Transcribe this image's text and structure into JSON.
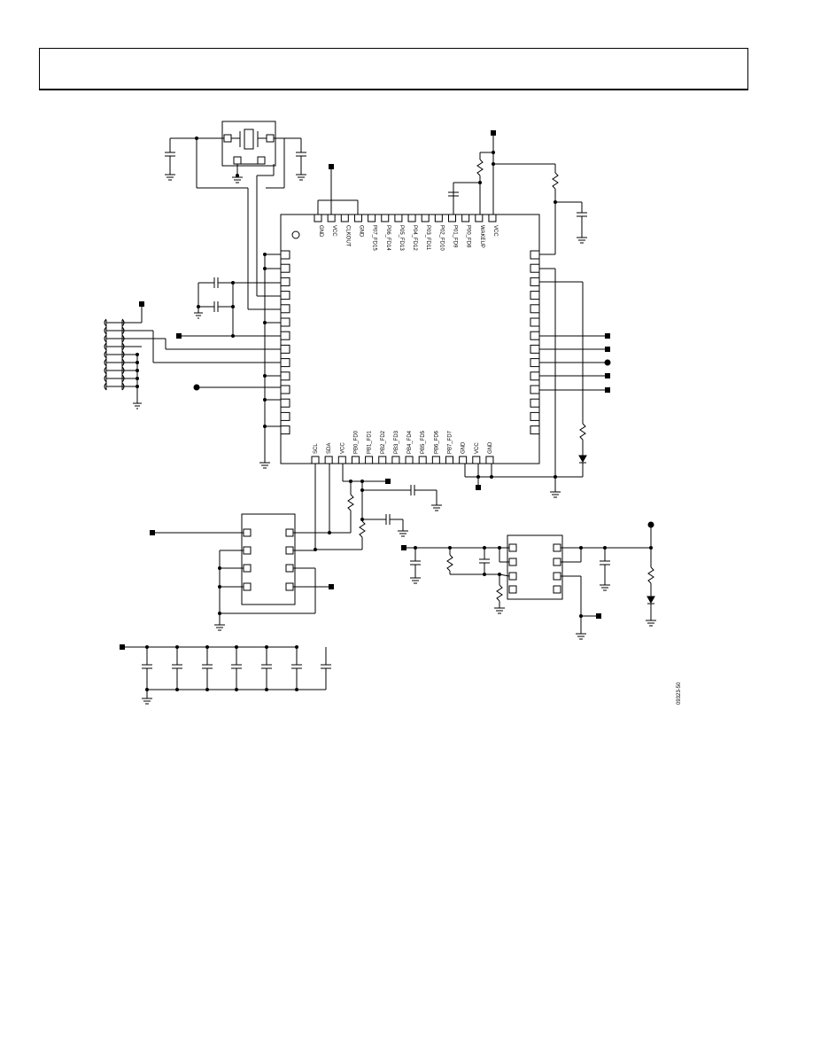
{
  "header": {
    "title": ""
  },
  "figure_id": "09323-50",
  "mcu": {
    "top_pins": [
      "GND",
      "VCC",
      "CLKOUT",
      "GND",
      "P07_FD15",
      "P06_FD14",
      "P05_FD13",
      "P04_FD12",
      "P03_FD11",
      "P02_FD10",
      "P01_FD9",
      "P00_FD8",
      "WAKEUP",
      "VCC"
    ],
    "bottom_pins": [
      "SCL",
      "SDA",
      "VCC",
      "PB0_FD0",
      "PB1_FD1",
      "PB2_FD2",
      "PB3_FD3",
      "PB4_FD4",
      "PB5_FD5",
      "PB6_FD6",
      "PB7_FD7",
      "GND",
      "VCC",
      "GND"
    ]
  },
  "colors": {
    "ink": "#000000",
    "paper": "#ffffff"
  }
}
